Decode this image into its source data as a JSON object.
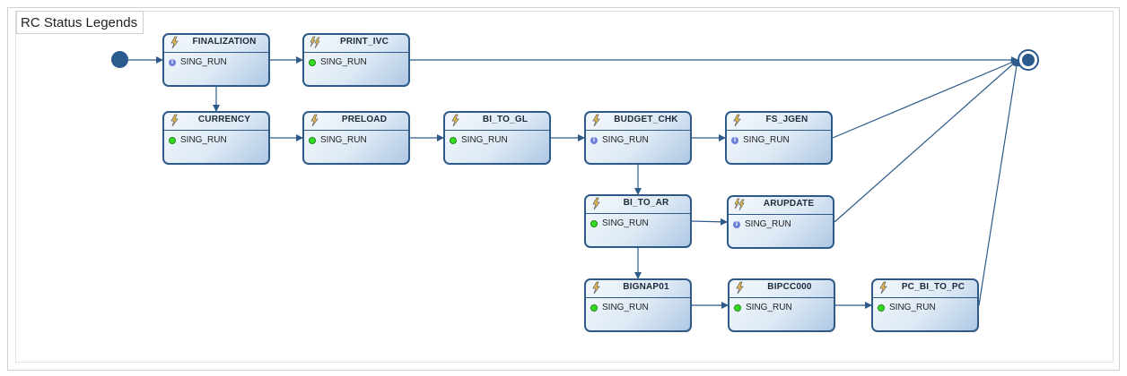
{
  "legend_title": "RC Status Legends",
  "colors": {
    "node_border": "#2e5a8a",
    "edge": "#2e5a8a",
    "status_ok": "#33dd22",
    "status_info": "#6d7fd8"
  },
  "nodes": [
    {
      "id": "FINALIZATION",
      "title": "FINALIZATION",
      "status": "SING_RUN",
      "status_icon": "info-icon",
      "bolt": "single-bolt-icon"
    },
    {
      "id": "PRINT_IVC",
      "title": "PRINT_IVC",
      "status": "SING_RUN",
      "status_icon": "green-dot-icon",
      "bolt": "multi-bolt-icon"
    },
    {
      "id": "CURRENCY",
      "title": "CURRENCY",
      "status": "SING_RUN",
      "status_icon": "green-dot-icon",
      "bolt": "single-bolt-icon"
    },
    {
      "id": "PRELOAD",
      "title": "PRELOAD",
      "status": "SING_RUN",
      "status_icon": "green-dot-icon",
      "bolt": "single-bolt-icon"
    },
    {
      "id": "BI_TO_GL",
      "title": "BI_TO_GL",
      "status": "SING_RUN",
      "status_icon": "green-dot-icon",
      "bolt": "single-bolt-icon"
    },
    {
      "id": "BUDGET_CHK",
      "title": "BUDGET_CHK",
      "status": "SING_RUN",
      "status_icon": "info-icon",
      "bolt": "single-bolt-icon"
    },
    {
      "id": "FS_JGEN",
      "title": "FS_JGEN",
      "status": "SING_RUN",
      "status_icon": "info-icon",
      "bolt": "single-bolt-icon"
    },
    {
      "id": "BI_TO_AR",
      "title": "BI_TO_AR",
      "status": "SING_RUN",
      "status_icon": "green-dot-icon",
      "bolt": "single-bolt-icon"
    },
    {
      "id": "ARUPDATE",
      "title": "ARUPDATE",
      "status": "SING_RUN",
      "status_icon": "info-icon",
      "bolt": "multi-bolt-icon"
    },
    {
      "id": "BIGNAP01",
      "title": "BIGNAP01",
      "status": "SING_RUN",
      "status_icon": "green-dot-icon",
      "bolt": "single-bolt-icon"
    },
    {
      "id": "BIPCC000",
      "title": "BIPCC000",
      "status": "SING_RUN",
      "status_icon": "green-dot-icon",
      "bolt": "single-bolt-icon"
    },
    {
      "id": "PC_BI_TO_PC",
      "title": "PC_BI_TO_PC",
      "status": "SING_RUN",
      "status_icon": "green-dot-icon",
      "bolt": "single-bolt-icon"
    }
  ],
  "edges": [
    [
      "START",
      "FINALIZATION"
    ],
    [
      "FINALIZATION",
      "PRINT_IVC"
    ],
    [
      "FINALIZATION",
      "CURRENCY"
    ],
    [
      "PRINT_IVC",
      "END"
    ],
    [
      "CURRENCY",
      "PRELOAD"
    ],
    [
      "PRELOAD",
      "BI_TO_GL"
    ],
    [
      "BI_TO_GL",
      "BUDGET_CHK"
    ],
    [
      "BUDGET_CHK",
      "FS_JGEN"
    ],
    [
      "BUDGET_CHK",
      "BI_TO_AR"
    ],
    [
      "FS_JGEN",
      "END"
    ],
    [
      "BI_TO_AR",
      "ARUPDATE"
    ],
    [
      "BI_TO_AR",
      "BIGNAP01"
    ],
    [
      "ARUPDATE",
      "END"
    ],
    [
      "BIGNAP01",
      "BIPCC000"
    ],
    [
      "BIPCC000",
      "PC_BI_TO_PC"
    ],
    [
      "PC_BI_TO_PC",
      "END"
    ]
  ]
}
